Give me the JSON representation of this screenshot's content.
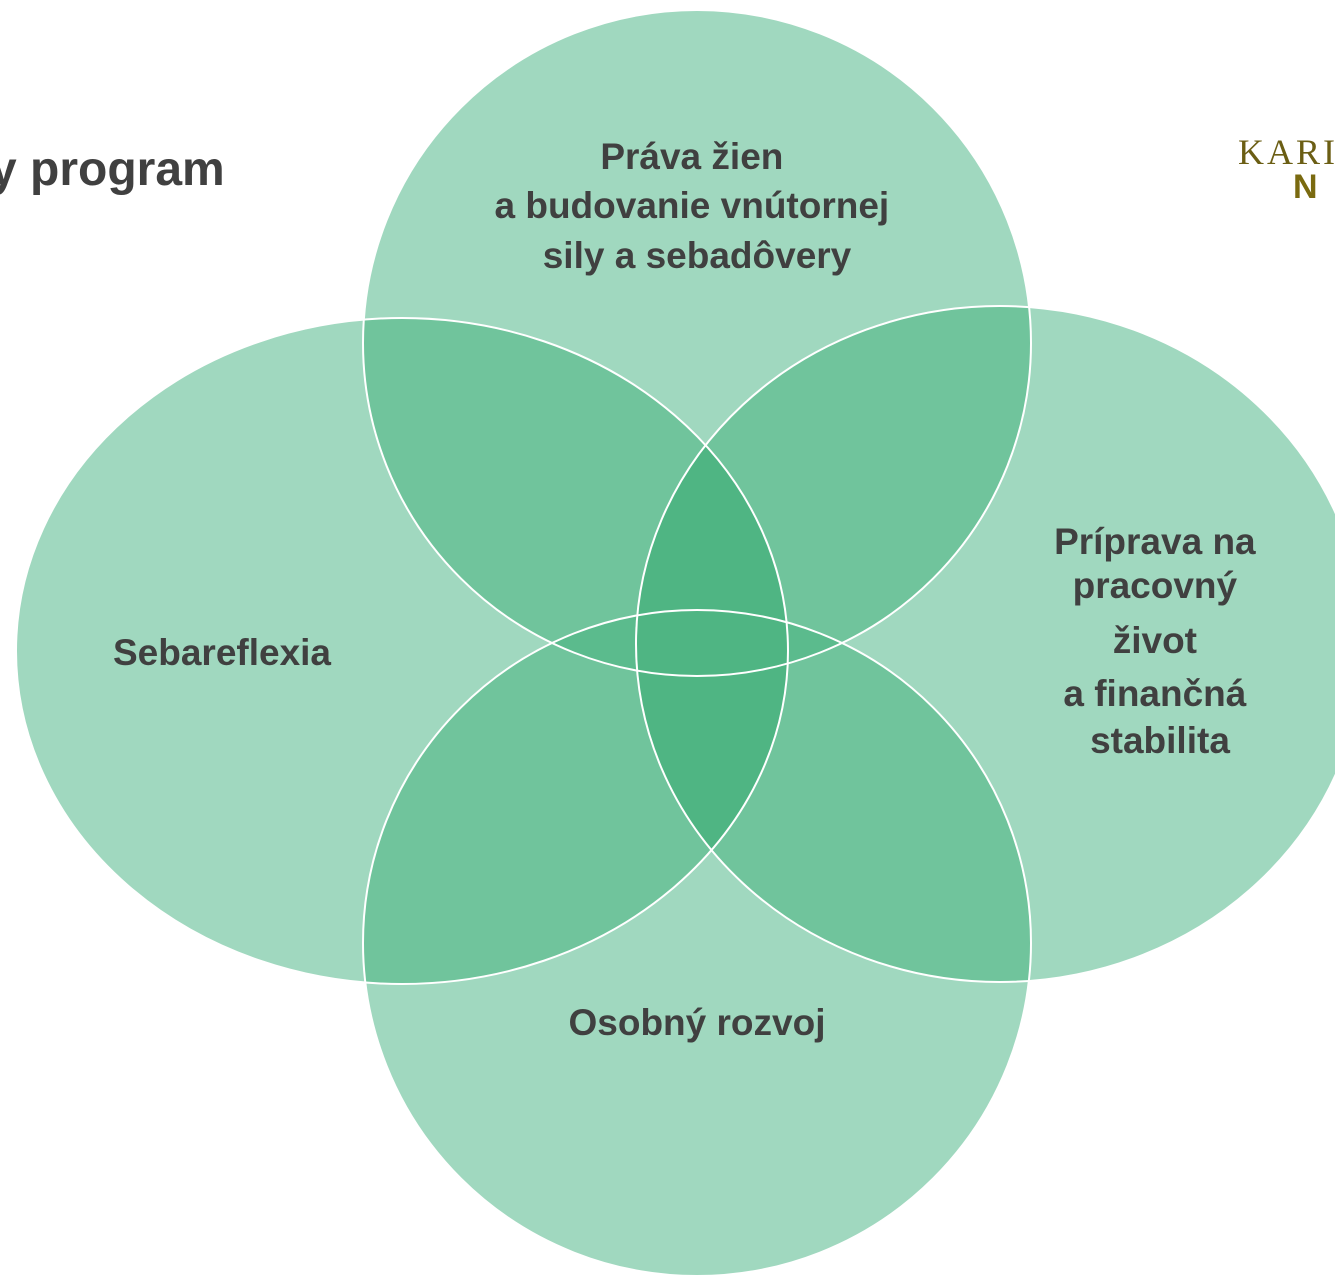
{
  "title": "y program",
  "logo": {
    "line1": "KARI",
    "line2": "N"
  },
  "colors": {
    "circle_fill": "#a0d8bf",
    "overlap_2": "#70c49c",
    "overlap_3": "#4fb583",
    "stroke": "#ffffff",
    "text": "#404040"
  },
  "circles": {
    "top": {
      "lines": [
        "Práva žien",
        "a budovanie vnútornej",
        "sily a sebadôvery"
      ]
    },
    "left": {
      "lines": [
        "Sebareflexia"
      ]
    },
    "right": {
      "lines": [
        "Príprava na",
        "pracovný",
        "život",
        "a finančná",
        "stabilita"
      ]
    },
    "bottom": {
      "lines": [
        "Osobný rozvoj"
      ]
    }
  }
}
